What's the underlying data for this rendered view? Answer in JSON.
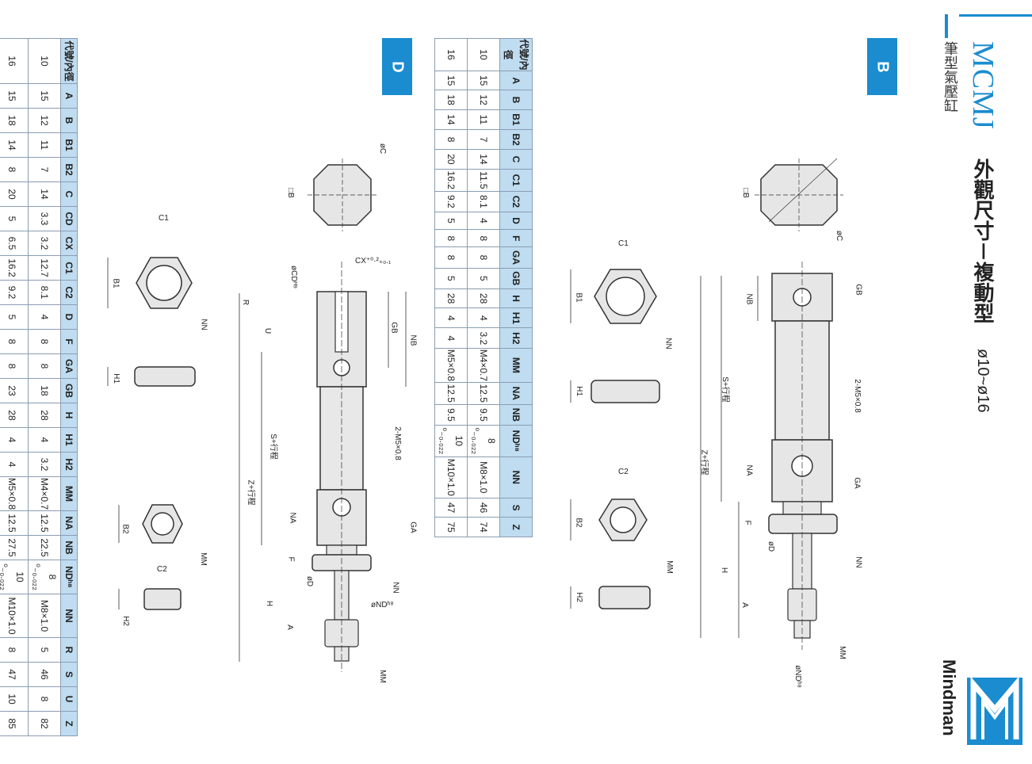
{
  "header": {
    "model": "MCMJ",
    "title_cn": "外觀尺寸－複動型",
    "bore_range": "ø10~ø16",
    "subtitle_cn": "筆型氣壓缸",
    "brand": "Mindman"
  },
  "sections": {
    "b_label": "B",
    "d_label": "D"
  },
  "drawing_labels": {
    "c1": "C1",
    "c2": "C2",
    "b1": "B1",
    "b2": "B2",
    "h1": "H1",
    "h2": "H2",
    "nn": "NN",
    "mm": "MM",
    "sq_b": "□B",
    "dia_c": "øC",
    "gb": "GB",
    "ga": "GA",
    "nb": "NB",
    "na": "NA",
    "f": "F",
    "h": "H",
    "a": "A",
    "s_stroke": "S+行程",
    "z_stroke": "Z+行程",
    "ports": "2-M5×0.8",
    "dia_d": "øD",
    "dia_nd": "øNDʰ⁸",
    "dia_cd": "øCDᴴ⁹",
    "cx": "CX⁺⁰·²₊₀.₁",
    "r": "R",
    "u": "U"
  },
  "table_b": {
    "corner_code": "代號",
    "corner_bore": "內徑",
    "headers": [
      "A",
      "B",
      "B1",
      "B2",
      "C",
      "C1",
      "C2",
      "D",
      "F",
      "GA",
      "GB",
      "H",
      "H1",
      "H2",
      "MM",
      "NA",
      "NB",
      "NDʰ⁸",
      "NN",
      "S",
      "Z"
    ],
    "rows": [
      {
        "bore": "10",
        "cells": [
          "15",
          "12",
          "11",
          "7",
          "14",
          "11.5",
          "8.1",
          "4",
          "8",
          "8",
          "5",
          "28",
          "4",
          "3.2",
          "M4×0.7",
          "12.5",
          "9.5",
          "8 ⁰₋₀.₀₂₂",
          "M8×1.0",
          "46",
          "74"
        ]
      },
      {
        "bore": "16",
        "cells": [
          "15",
          "18",
          "14",
          "8",
          "20",
          "16.2",
          "9.2",
          "5",
          "8",
          "8",
          "5",
          "28",
          "4",
          "4",
          "M5×0.8",
          "12.5",
          "9.5",
          "10 ⁰₋₀.₀₂₂",
          "M10×1.0",
          "47",
          "75"
        ]
      }
    ]
  },
  "table_d": {
    "corner_code": "代號",
    "corner_bore": "內徑",
    "headers": [
      "A",
      "B",
      "B1",
      "B2",
      "C",
      "CD",
      "CX",
      "C1",
      "C2",
      "D",
      "F",
      "GA",
      "GB",
      "H",
      "H1",
      "H2",
      "MM",
      "NA",
      "NB",
      "NDʰ⁸",
      "NN",
      "R",
      "S",
      "U",
      "Z"
    ],
    "rows": [
      {
        "bore": "10",
        "cells": [
          "15",
          "12",
          "11",
          "7",
          "14",
          "3.3",
          "3.2",
          "12.7",
          "8.1",
          "4",
          "8",
          "8",
          "18",
          "28",
          "4",
          "3.2",
          "M4×0.7",
          "12.5",
          "22.5",
          "8 ⁰₋₀.₀₂₂",
          "M8×1.0",
          "5",
          "46",
          "8",
          "82"
        ]
      },
      {
        "bore": "16",
        "cells": [
          "15",
          "18",
          "14",
          "8",
          "20",
          "5",
          "6.5",
          "16.2",
          "9.2",
          "5",
          "8",
          "8",
          "23",
          "28",
          "4",
          "4",
          "M5×0.8",
          "12.5",
          "27.5",
          "10 ⁰₋₀.₀₂₂",
          "M10×1.0",
          "8",
          "47",
          "10",
          "85"
        ]
      }
    ]
  },
  "colors": {
    "accent": "#1a8ccf",
    "header_fill": "#bfdcf0",
    "part_fill": "#e6e6e6",
    "line": "#333333"
  }
}
